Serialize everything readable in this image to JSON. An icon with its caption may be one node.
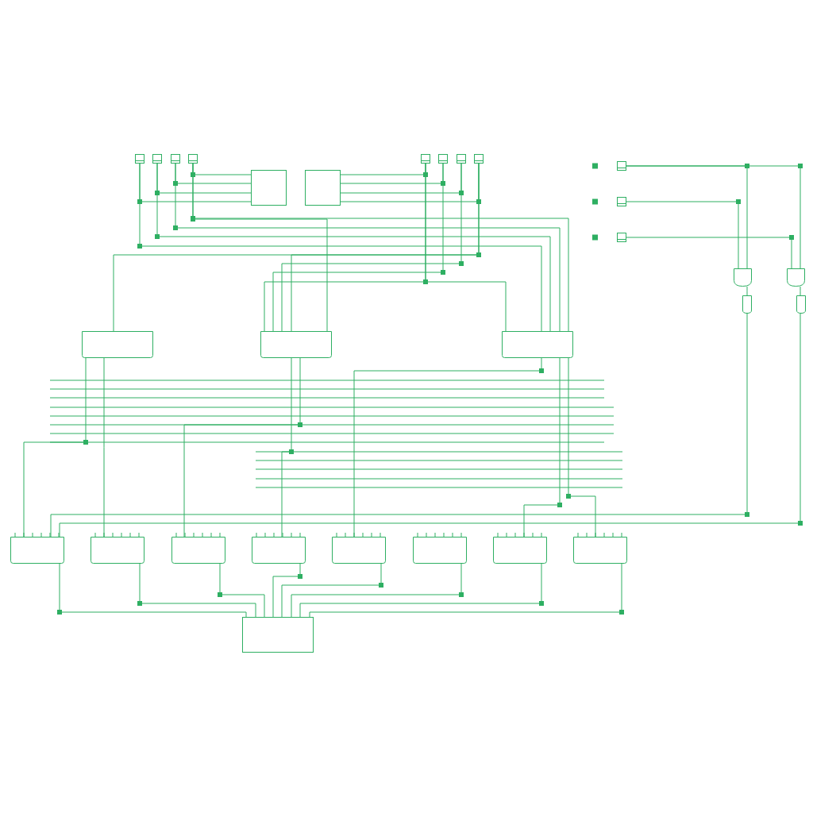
{
  "diagram": {
    "nodes": [
      {
        "text": [],
        "shape": "box"
      },
      {
        "text": [],
        "shape": "box"
      },
      {
        "text": [],
        "shape": "box"
      },
      {
        "text": [],
        "shape": "box"
      },
      {
        "text": [],
        "shape": "box"
      },
      {
        "text": [],
        "shape": "box"
      },
      {
        "text": [],
        "shape": "box"
      },
      {
        "text": [],
        "shape": "box"
      },
      {
        "text": [],
        "shape": "box"
      },
      {
        "text": [],
        "shape": "box"
      },
      {
        "text": [],
        "shape": "box"
      },
      {
        "text": [],
        "shape": "box"
      },
      {
        "text": [],
        "shape": "box"
      },
      {
        "text": [],
        "shape": "box"
      },
      {
        "text": [],
        "shape": "box"
      },
      {
        "text": [],
        "shape": "box"
      },
      {
        "text": [],
        "shape": "box"
      },
      {
        "text": [],
        "shape": "box"
      },
      {
        "text": [],
        "shape": "box"
      },
      {
        "text": [],
        "shape": "box"
      },
      {
        "text": [],
        "shape": "box"
      },
      {
        "text": [],
        "shape": "box"
      },
      {
        "text": [],
        "shape": "box"
      },
      {
        "text": [],
        "shape": "box"
      },
      {
        "text": [],
        "shape": "box"
      },
      {
        "text": [],
        "shape": "box"
      },
      {
        "text": [],
        "shape": "box"
      },
      {
        "text": [],
        "shape": "box"
      },
      {
        "text": [],
        "shape": "box"
      }
    ],
    "edges": [
      {
        "from": 0,
        "to": 4,
        "arrow": "none"
      },
      {
        "from": 1,
        "to": 4,
        "arrow": "none"
      },
      {
        "from": 2,
        "to": 4,
        "arrow": "none"
      },
      {
        "from": 3,
        "to": 4,
        "arrow": "none"
      },
      {
        "from": 5,
        "to": 6,
        "arrow": "none"
      },
      {
        "from": 5,
        "to": 7,
        "arrow": "none"
      },
      {
        "from": 5,
        "to": 8,
        "arrow": "none"
      },
      {
        "from": 5,
        "to": 9,
        "arrow": "none"
      },
      {
        "from": 0,
        "to": 15,
        "arrow": "none"
      },
      {
        "from": 1,
        "to": 15,
        "arrow": "none"
      },
      {
        "from": 2,
        "to": 15,
        "arrow": "none"
      },
      {
        "from": 3,
        "to": 15,
        "arrow": "none"
      },
      {
        "from": 6,
        "to": 14,
        "arrow": "none"
      },
      {
        "from": 7,
        "to": 14,
        "arrow": "none"
      },
      {
        "from": 8,
        "to": 14,
        "arrow": "none"
      },
      {
        "from": 9,
        "to": 14,
        "arrow": "none"
      },
      {
        "from": 6,
        "to": 15,
        "arrow": "none"
      },
      {
        "from": 3,
        "to": 14,
        "arrow": "none"
      },
      {
        "from": 9,
        "to": 13,
        "arrow": "none"
      },
      {
        "from": 13,
        "to": 16,
        "arrow": "none"
      },
      {
        "from": 13,
        "to": 17,
        "arrow": "none"
      },
      {
        "from": 14,
        "to": 19,
        "arrow": "none"
      },
      {
        "from": 14,
        "to": 18,
        "arrow": "none"
      },
      {
        "from": 15,
        "to": 20,
        "arrow": "none"
      },
      {
        "from": 15,
        "to": 22,
        "arrow": "none"
      },
      {
        "from": 15,
        "to": 23,
        "arrow": "none"
      },
      {
        "from": 10,
        "to": 25,
        "arrow": "none"
      },
      {
        "from": 10,
        "to": 26,
        "arrow": "none"
      },
      {
        "from": 11,
        "to": 25,
        "arrow": "none"
      },
      {
        "from": 12,
        "to": 26,
        "arrow": "none"
      },
      {
        "from": 25,
        "to": 27,
        "arrow": "none"
      },
      {
        "from": 26,
        "to": 28,
        "arrow": "none"
      },
      {
        "from": 27,
        "to": 16,
        "arrow": "none"
      },
      {
        "from": 28,
        "to": 16,
        "arrow": "none"
      },
      {
        "from": 16,
        "to": 24,
        "arrow": "none"
      },
      {
        "from": 17,
        "to": 24,
        "arrow": "none"
      },
      {
        "from": 18,
        "to": 24,
        "arrow": "none"
      },
      {
        "from": 19,
        "to": 24,
        "arrow": "none"
      },
      {
        "from": 20,
        "to": 24,
        "arrow": "none"
      },
      {
        "from": 21,
        "to": 24,
        "arrow": "none"
      },
      {
        "from": 22,
        "to": 24,
        "arrow": "none"
      },
      {
        "from": 23,
        "to": 24,
        "arrow": "none"
      }
    ]
  }
}
